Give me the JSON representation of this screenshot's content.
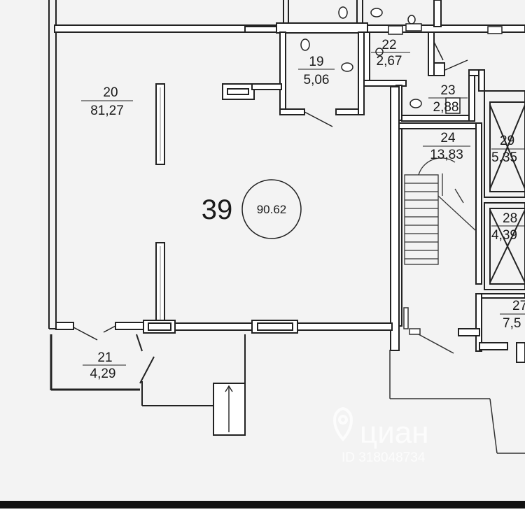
{
  "rooms": [
    {
      "id": "20",
      "area": "81,27"
    },
    {
      "id": "19",
      "area": "5,06"
    },
    {
      "id": "22",
      "area": "2,67"
    },
    {
      "id": "23",
      "area": "2,88"
    },
    {
      "id": "24",
      "area": "13,83"
    },
    {
      "id": "29",
      "area": "5,35"
    },
    {
      "id": "28",
      "area": "4,39"
    },
    {
      "id": "27",
      "area": "7,5"
    },
    {
      "id": "21",
      "area": "4,29"
    }
  ],
  "unit": {
    "number": "39",
    "total_area": "90.62"
  },
  "watermark": {
    "brand": "циан",
    "id_text": "ID 318048734"
  }
}
